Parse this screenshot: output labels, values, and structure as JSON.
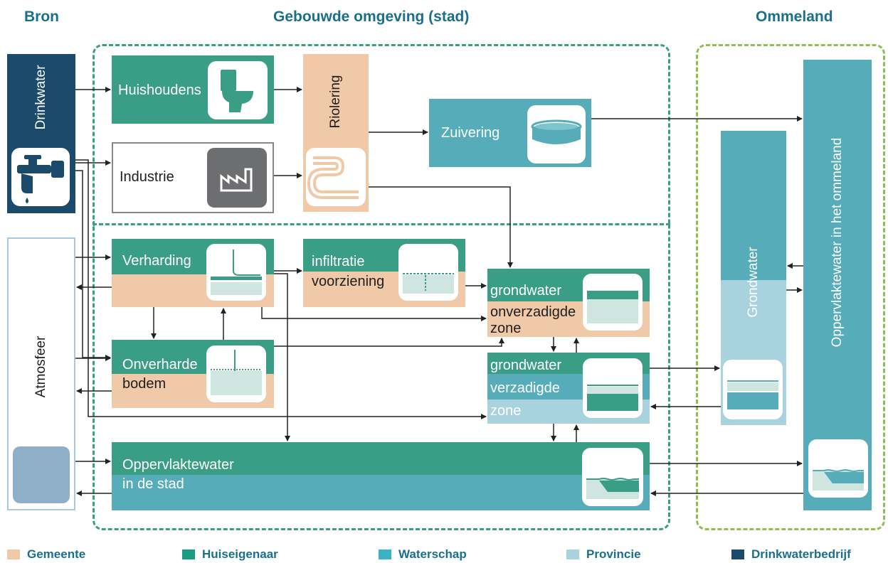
{
  "headers": {
    "bron": "Bron",
    "stad": "Gebouwde omgeving (stad)",
    "ommeland": "Ommeland"
  },
  "boxes": {
    "drinkwater": "Drinkwater",
    "atmosfeer": "Atmosfeer",
    "huishoudens": "Huishoudens",
    "industrie": "Industrie",
    "riolering": "Riolering",
    "zuivering": "Zuivering",
    "verharding": "Verharding",
    "infiltratie_1": "infiltratie",
    "infiltratie_2": "voorziening",
    "gw_onv_1": "grondwater",
    "gw_onv_2": "onverzadigde",
    "gw_onv_3": "zone",
    "onverharde_1": "Onverharde",
    "onverharde_2": "bodem",
    "gw_verz_1": "grondwater",
    "gw_verz_2": "verzadigde",
    "gw_verz_3": "zone",
    "opp_stad_1": "Oppervlaktewater",
    "opp_stad_2": "in de stad",
    "grondwater_ommeland": "Grondwater",
    "opp_ommeland": "Oppervlaktewater in het ommeland"
  },
  "icons": [
    "toilet-icon",
    "factory-icon",
    "sewer-pipe-icon",
    "treatment-basin-icon",
    "tap-icon",
    "paving-icon",
    "infiltration-icon",
    "groundwater-layer-icon",
    "soil-icon",
    "surface-water-icon",
    "cloud-icon"
  ],
  "legend": [
    {
      "label": "Gemeente",
      "color": "#f0c9a8"
    },
    {
      "label": "Huiseigenaar",
      "color": "#3a9d85"
    },
    {
      "label": "Waterschap",
      "color": "#3cb2c4"
    },
    {
      "label": "Provincie",
      "color": "#a8d2de"
    },
    {
      "label": "Drinkwaterbedrijf",
      "color": "#1b4a6b"
    }
  ],
  "colors": {
    "gemeente": "#f0c9a8",
    "huiseigenaar": "#3a9d85",
    "waterschap": "#56adb9",
    "provincie": "#a8d2de",
    "drinkwaterbedrijf": "#1b4a6b",
    "stad_border": "#3a9d85",
    "ommeland_border": "#8cc152"
  }
}
